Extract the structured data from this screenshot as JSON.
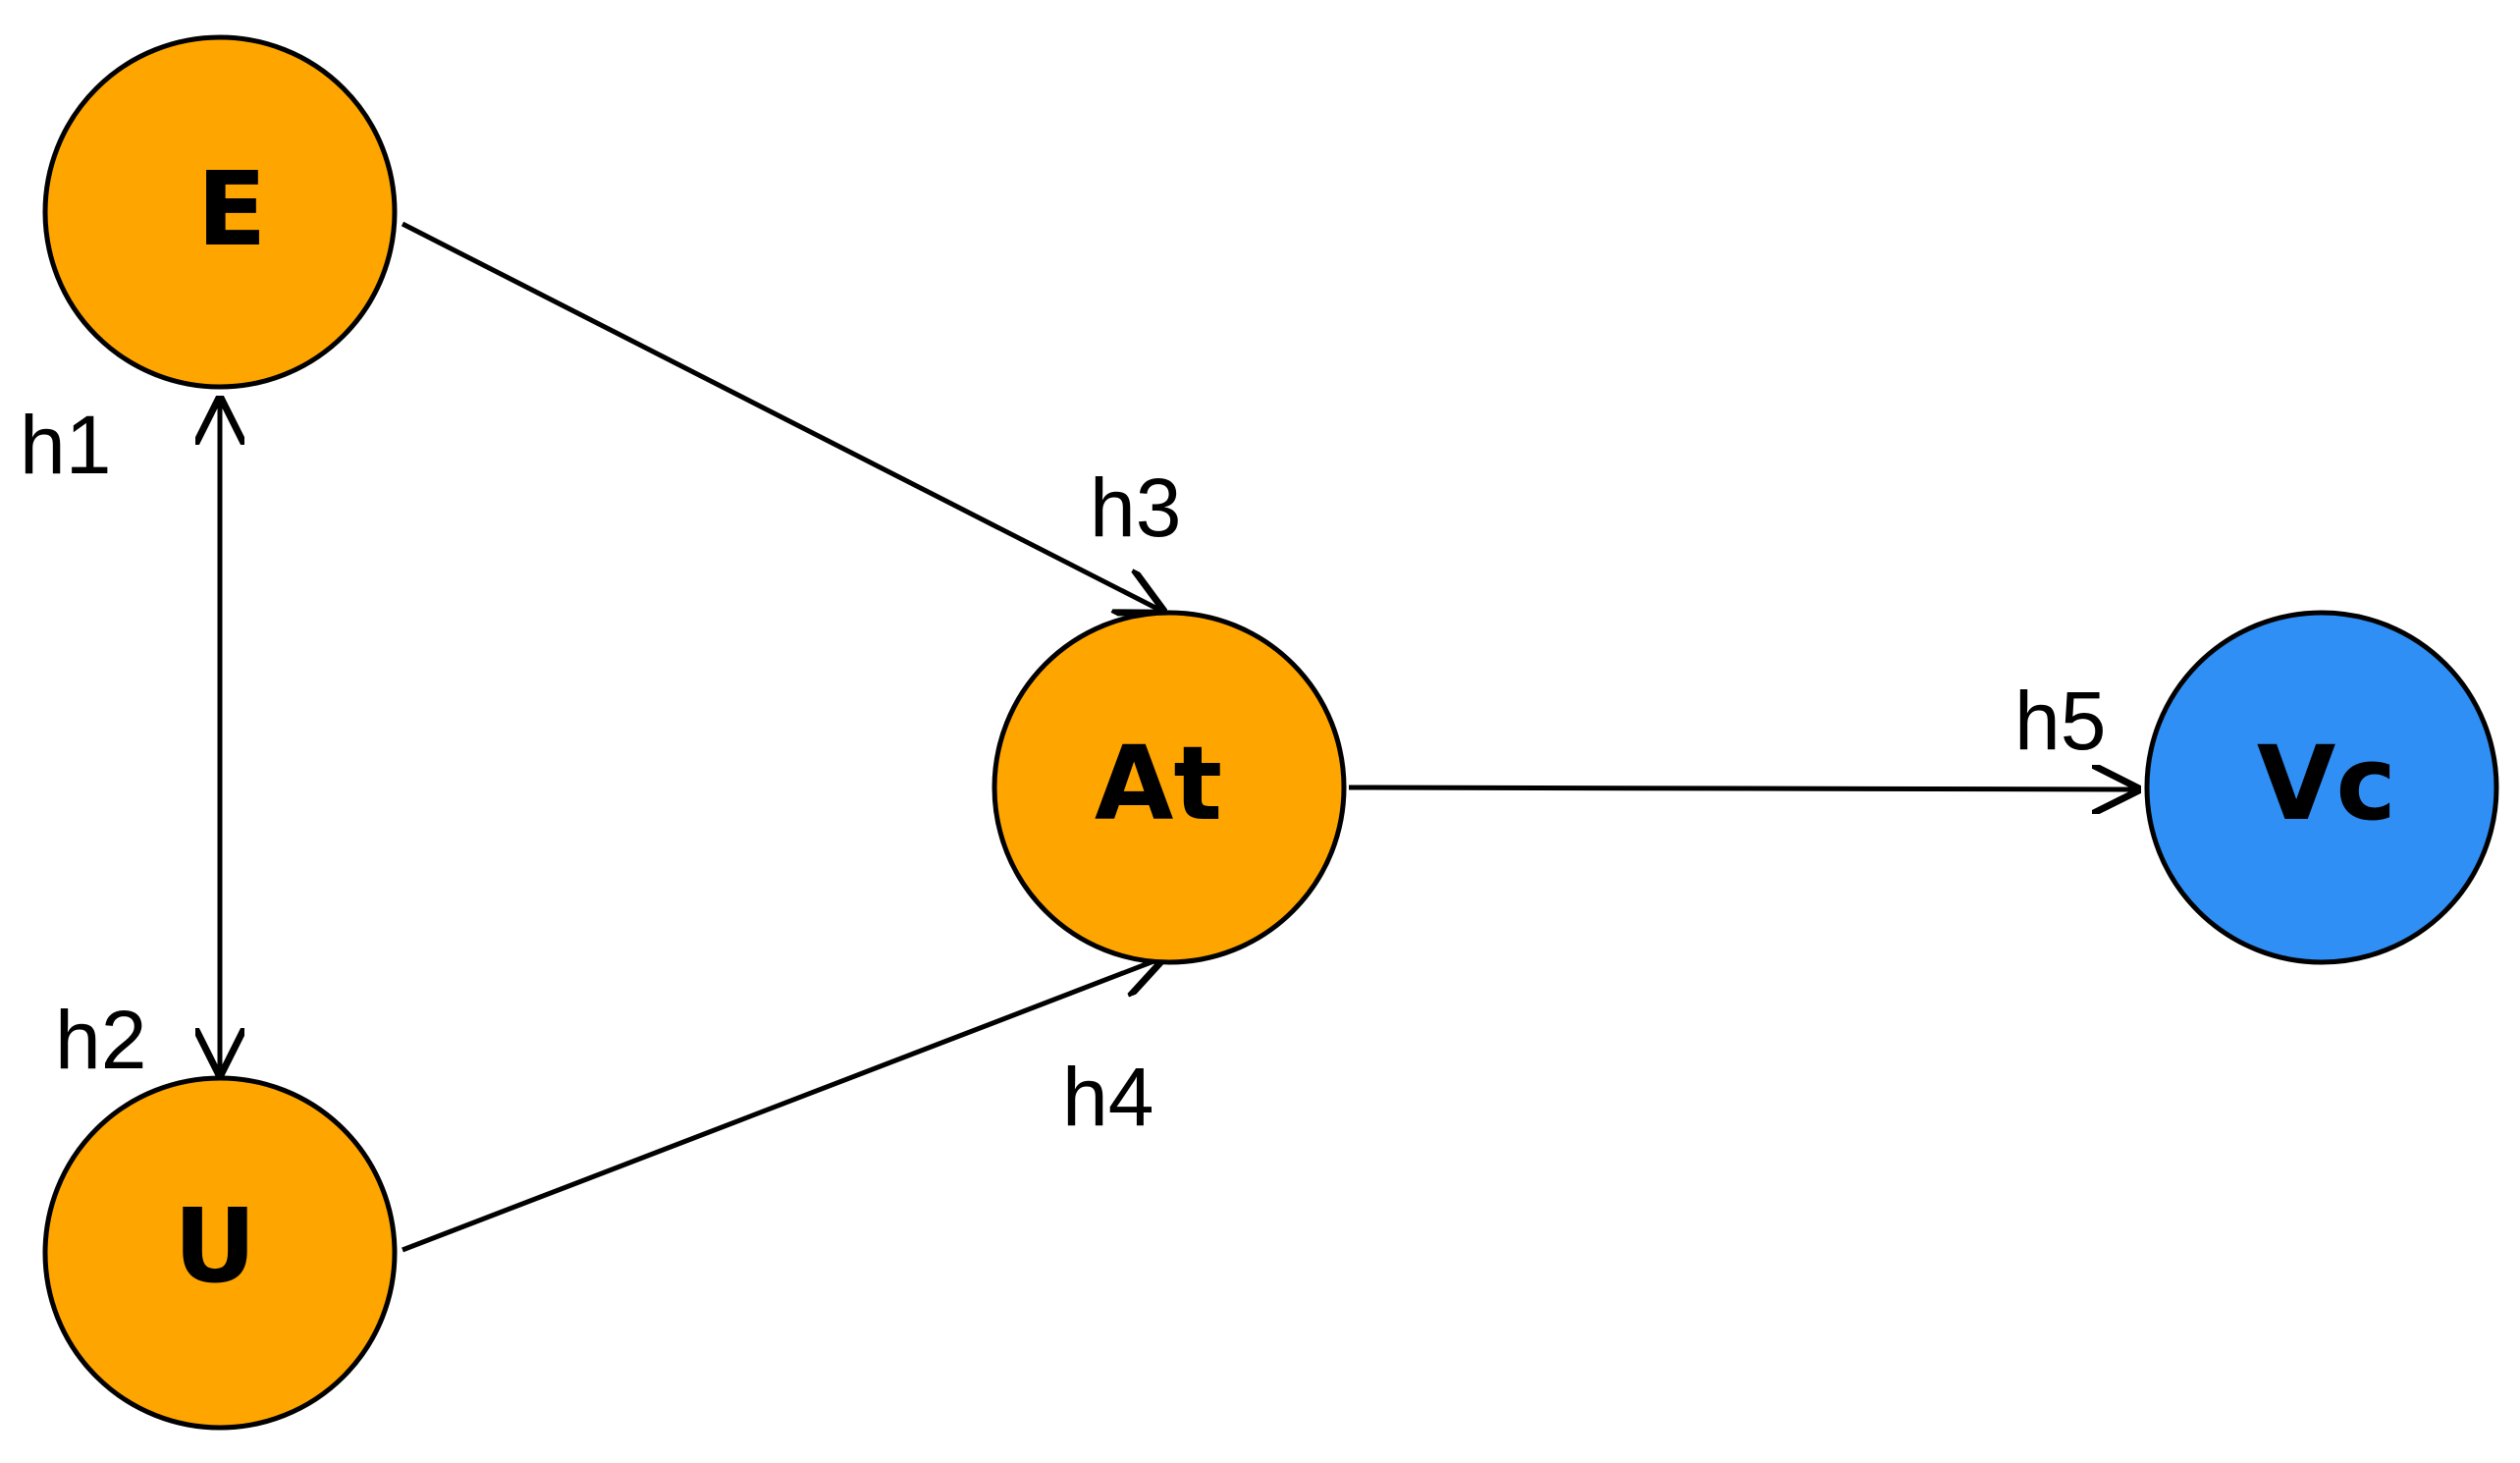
{
  "colors": {
    "orange_node": "#FFA500",
    "blue_node": "#2F8FF5",
    "stroke": "#000000",
    "background": "#FFFFFF"
  },
  "nodes": {
    "E": {
      "label": "E",
      "color": "#FFA500"
    },
    "U": {
      "label": "U",
      "color": "#FFA500"
    },
    "At": {
      "label": "At",
      "color": "#FFA500"
    },
    "Vc": {
      "label": "Vc",
      "color": "#2F8FF5"
    }
  },
  "edges": [
    {
      "from": "E",
      "to": "U",
      "direction": "bidirectional",
      "labels": [
        "h1",
        "h2"
      ]
    },
    {
      "from": "E",
      "to": "At",
      "direction": "forward",
      "labels": [
        "h3"
      ]
    },
    {
      "from": "U",
      "to": "At",
      "direction": "forward",
      "labels": [
        "h4"
      ]
    },
    {
      "from": "At",
      "to": "Vc",
      "direction": "forward",
      "labels": [
        "h5"
      ]
    }
  ],
  "hypotheses": {
    "h1": "h1",
    "h2": "h2",
    "h3": "h3",
    "h4": "h4",
    "h5": "h5"
  }
}
